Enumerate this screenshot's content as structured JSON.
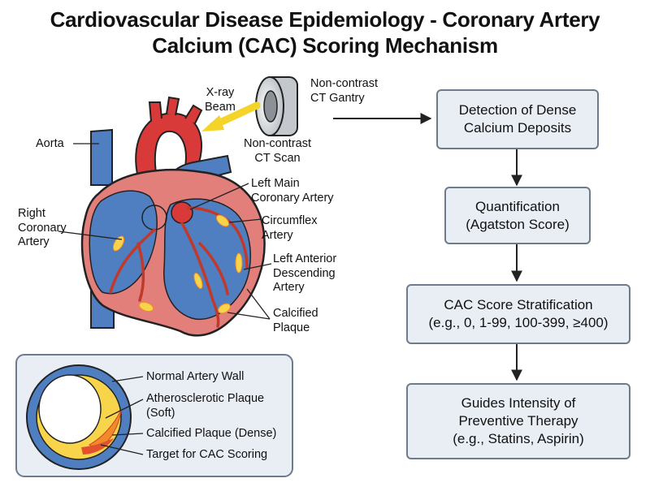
{
  "title": {
    "line1": "Cardiovascular Disease Epidemiology - Coronary Artery",
    "line2": "Calcium (CAC) Scoring Mechanism"
  },
  "scanner": {
    "beam_label": [
      "X-ray",
      "Beam"
    ],
    "gantry_label": [
      "Non-contrast",
      "CT Gantry"
    ],
    "scan_label": [
      "Non-contrast",
      "CT Scan"
    ]
  },
  "heart_labels": {
    "aorta": "Aorta",
    "right_coronary": [
      "Right",
      "Coronary",
      "Artery"
    ],
    "left_main": [
      "Left Main",
      "Coronary Artery"
    ],
    "circumflex": [
      "Circumflex",
      "Artery"
    ],
    "lad": [
      "Left Anterior",
      "Descending",
      "Artery"
    ],
    "calcified": [
      "Calcified",
      "Plaque"
    ]
  },
  "flow": [
    {
      "lines": [
        "Detection of Dense",
        "Calcium Deposits"
      ]
    },
    {
      "lines": [
        "Quantification",
        "(Agatston Score)"
      ]
    },
    {
      "lines": [
        "CAC Score Stratification",
        "(e.g., 0, 1-99, 100-399, ≥400)"
      ]
    },
    {
      "lines": [
        "Guides Intensity of",
        "Preventive Therapy",
        "(e.g., Statins, Aspirin)"
      ]
    }
  ],
  "cross_section": {
    "labels": [
      "Normal Artery Wall",
      "Atherosclerotic Plaque",
      "(Soft)",
      "Calcified Plaque (Dense)",
      "Target for CAC Scoring"
    ]
  },
  "colors": {
    "vein_blue": "#4f7fc0",
    "artery_red": "#d83a3a",
    "heart_pink": "#e37f7b",
    "plaque_yellow": "#f7d449",
    "calc_orange": "#f08a2a",
    "box_fill": "#e9eef5",
    "box_border": "#6e7b8b"
  }
}
